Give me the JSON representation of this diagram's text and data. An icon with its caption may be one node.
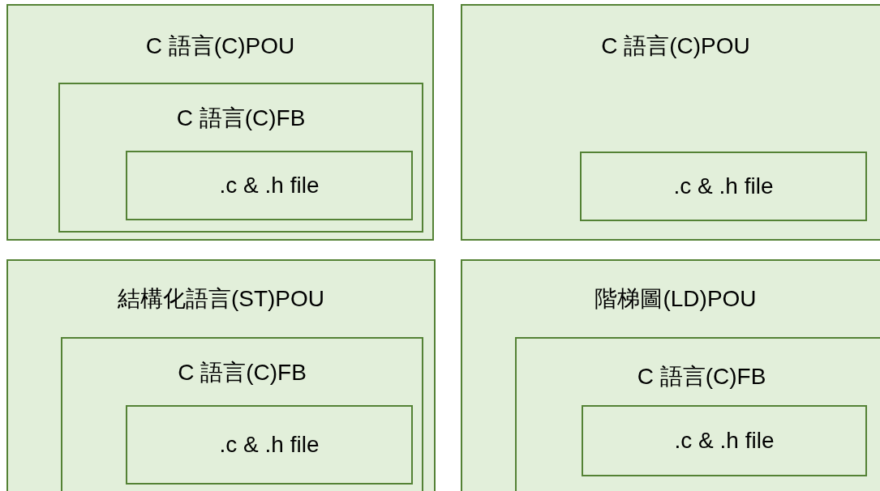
{
  "diagram": {
    "nodes": [
      {
        "text": [
          "C 語言(C)POU"
        ]
      },
      {
        "text": [
          "C 語言(C)FB"
        ],
        "in": 0
      },
      {
        "text": [
          ".c & .h file"
        ],
        "in": 1
      },
      {
        "text": [
          "C 語言(C)POU"
        ]
      },
      {
        "text": [
          ".c & .h file"
        ],
        "in": 3
      },
      {
        "text": [
          "結構化語言(ST)POU"
        ]
      },
      {
        "text": [
          "C 語言(C)FB"
        ],
        "in": 5
      },
      {
        "text": [
          ".c & .h file"
        ],
        "in": 6
      },
      {
        "text": [
          "階梯圖(LD)POU"
        ]
      },
      {
        "text": [
          "C 語言(C)FB"
        ],
        "in": 8
      },
      {
        "text": [
          ".c & .h file"
        ],
        "in": 9
      }
    ]
  }
}
